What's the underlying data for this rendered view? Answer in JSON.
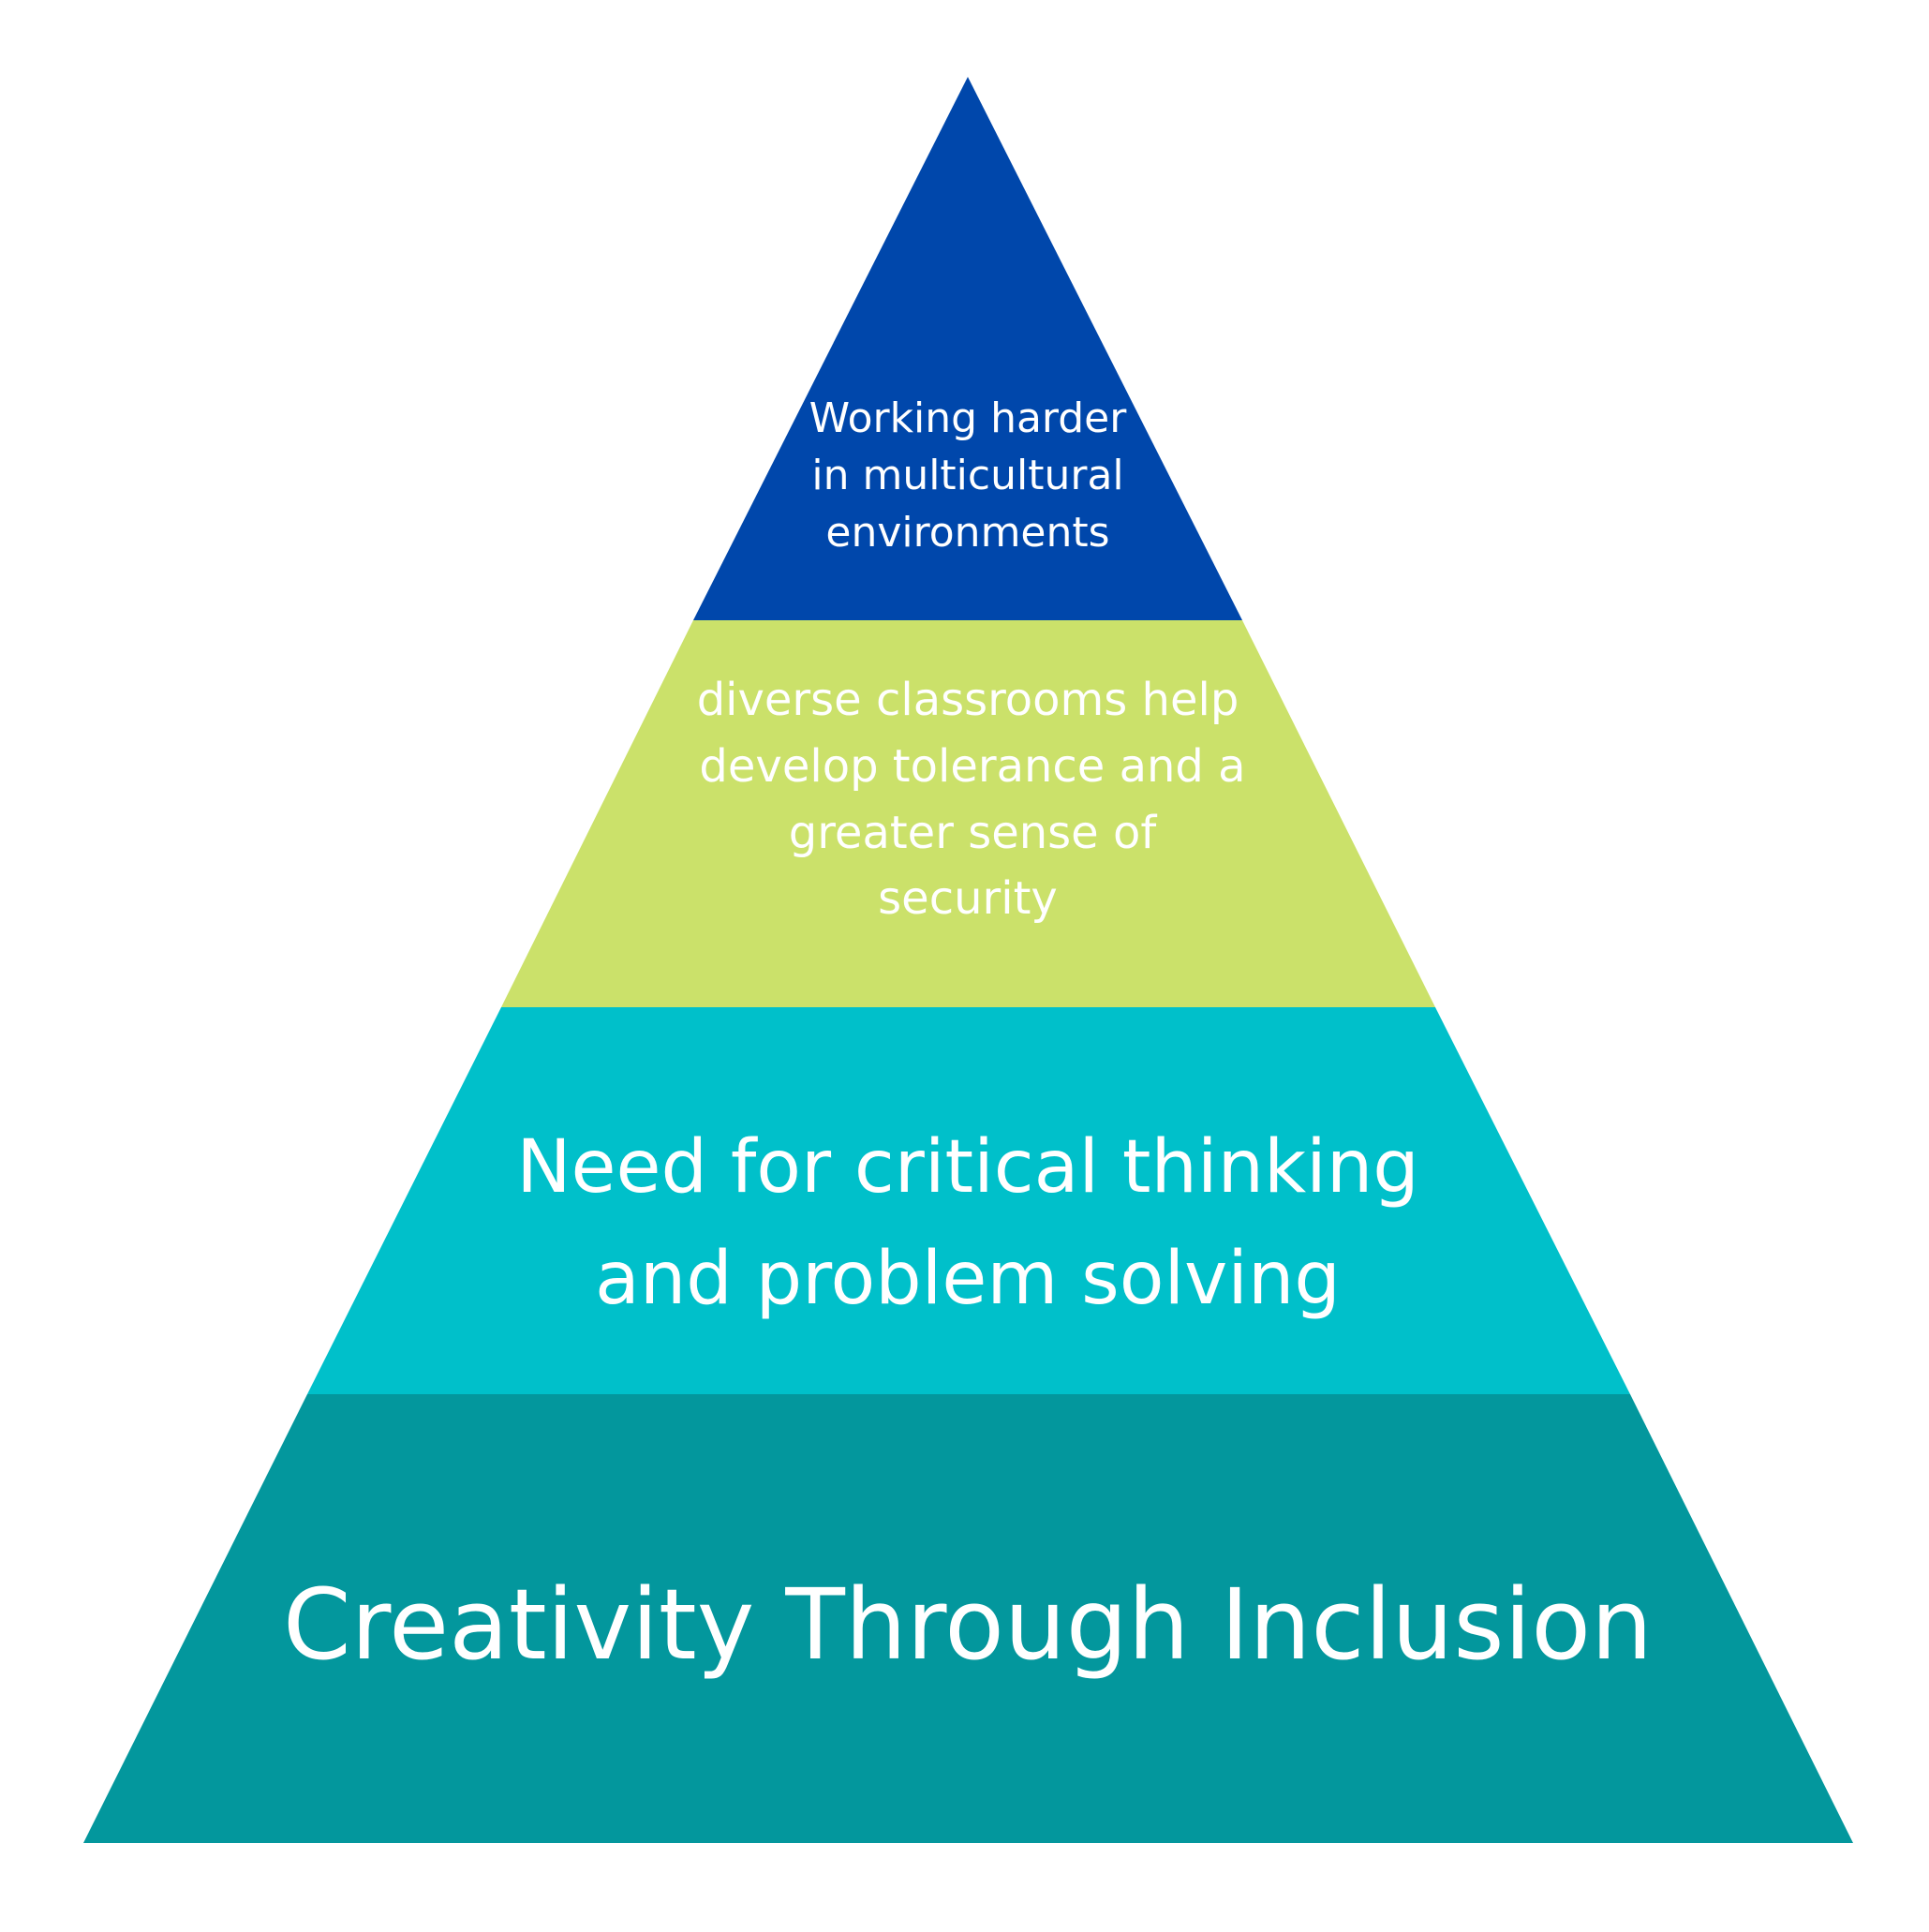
{
  "pyramid": {
    "layers": [
      {
        "id": "top",
        "color": "#0047ab",
        "lines": [
          "Working harder",
          "in multicultural",
          "environments"
        ]
      },
      {
        "id": "upper-middle",
        "color": "#cbe16a",
        "lines": [
          "diverse classrooms help",
          "develop tolerance and a",
          "greater sense of",
          "security"
        ]
      },
      {
        "id": "lower-middle",
        "color": "#00c0ca",
        "lines": [
          "Need for critical thinking",
          "and problem solving"
        ]
      },
      {
        "id": "base",
        "color": "#03979d",
        "lines": [
          "Creativity Through Inclusion"
        ]
      }
    ]
  }
}
